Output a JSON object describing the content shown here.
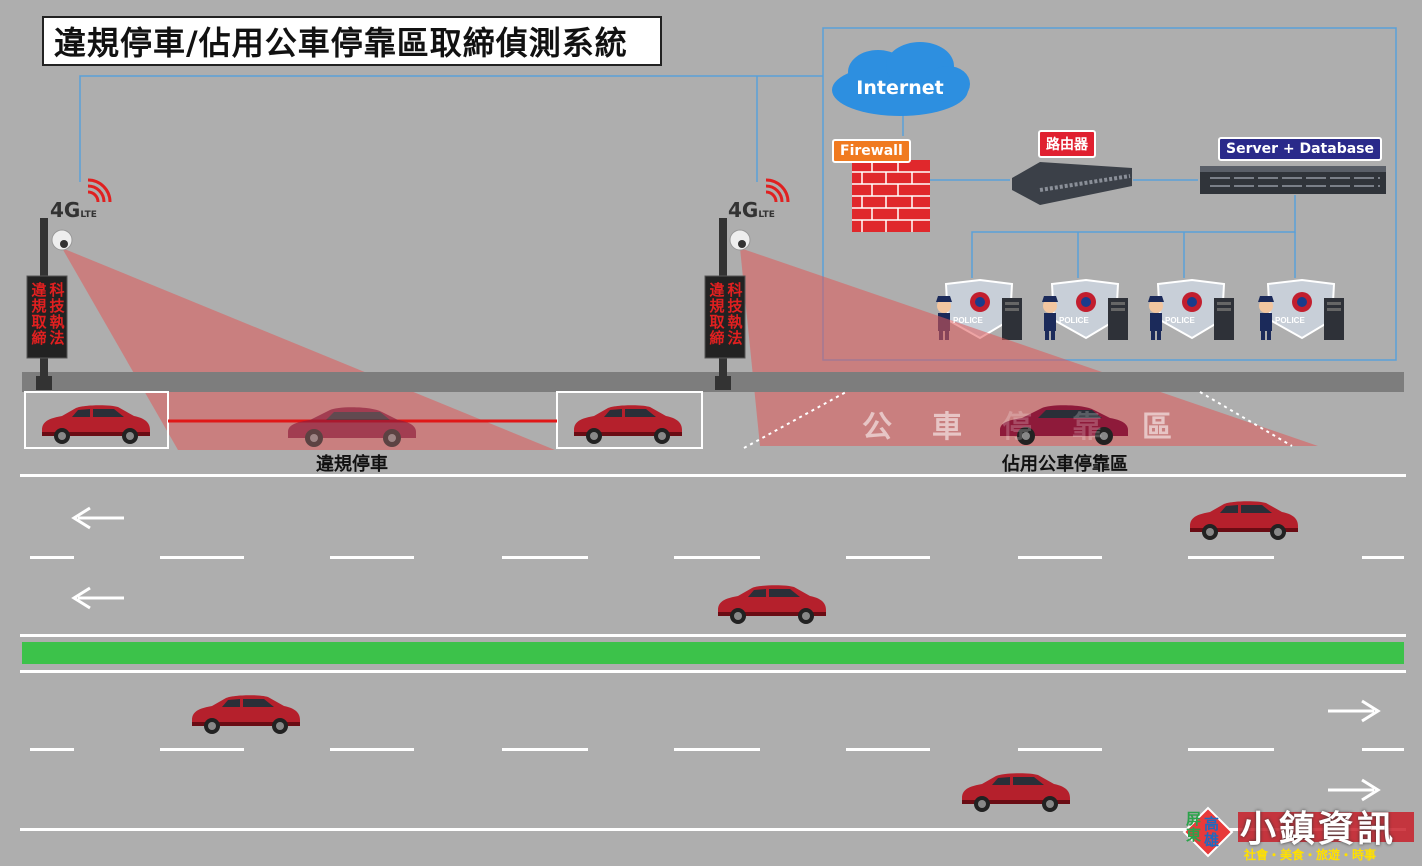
{
  "title": "違規停車/佔用公車停靠區取締偵測系統",
  "network": {
    "internet": "Internet",
    "firewall": "Firewall",
    "router": "路由器",
    "server": "Server + Database",
    "police_badge": "POLICE"
  },
  "poles": [
    {
      "lte": "4G",
      "lte_sub": "LTE",
      "sign_col1": "違規取締",
      "sign_col2": "科技執法"
    },
    {
      "lte": "4G",
      "lte_sub": "LTE",
      "sign_col1": "違規取締",
      "sign_col2": "科技執法"
    }
  ],
  "zones": {
    "illegal_parking": "違規停車",
    "bus_stop_occupied": "佔用公車停靠區",
    "bus_zone_chars": [
      "公",
      "車",
      "停",
      "靠",
      "區"
    ]
  },
  "logo": {
    "side_left": "屏東",
    "side_right": "高雄",
    "main": "小鎮資訊",
    "sub": "社會・美食・旅遊・時事"
  },
  "colors": {
    "road": "#aeaeae",
    "median": "#3cc24a",
    "curb": "#7d7d7d",
    "detection": "#e05a5a",
    "car": "#b5202c",
    "network_line": "#5aa0d8"
  }
}
